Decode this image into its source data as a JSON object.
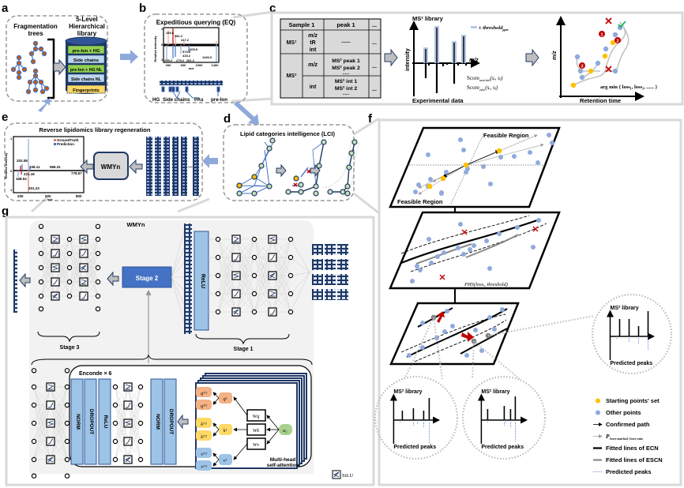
{
  "panels": {
    "a": {
      "letter": "a",
      "trees_title": [
        "Fragmentation",
        "trees"
      ],
      "library_title": [
        "5-Level",
        "Hierarchical",
        "library"
      ],
      "levels": [
        "pre-Ion + HG",
        "Side chains",
        "pre-Ion + HG NL",
        "Side chains NL",
        "Fingerprints"
      ]
    },
    "b": {
      "letter": "b",
      "title": "Expeditious querying (EQ)",
      "ylabel": "Relative intensity",
      "xlabel": "m/z",
      "yticks": [
        "1",
        "0",
        "1"
      ],
      "xticks": [
        "200",
        "600",
        "1000",
        "1400"
      ],
      "top_peaks": [
        "193.6",
        "281.2",
        "417.2"
      ],
      "bottom_peaks": [
        "605.5",
        "573.5",
        "415.2",
        "1426.0",
        "255.2",
        "279.2",
        "281.2"
      ],
      "fragment_labels": [
        "HG",
        "Side chains",
        "PAs",
        "pre-Ion"
      ]
    },
    "c": {
      "letter": "c",
      "table": {
        "header": [
          "Sample 1",
          "peak 1",
          "..."
        ],
        "ms1_label": "MS¹",
        "ms1_fields": [
          "m/z",
          "tR",
          "int"
        ],
        "ms1_value": "......",
        "ms2_label": "MS²",
        "ms2_mz_field": "m/z",
        "ms2_mz_values": [
          "MS² peak 1",
          "MS² peak 2",
          "......"
        ],
        "ms2_int_field": "int",
        "ms2_int_values": [
          "MS² int 1",
          "MS² int 2",
          "......"
        ],
        "ellipsis": "..."
      },
      "spectrum": {
        "top_label": "MS² library",
        "bottom_label": "Experimental data",
        "ylabel": "intensity",
        "xlabel": "m/z",
        "legend": "± threshold",
        "legend_sub": "ppm",
        "score1": "Score",
        "score1_sub": "matched",
        "score1_args": "(sᵢ, sⱼ)",
        "score2": "Score",
        "score2_sub": "ratio",
        "score2_args": "(sᵢ, sⱼ)"
      },
      "path_plot": {
        "ylabel": "m/z",
        "xlabel": "Retention time",
        "objective": "arg min { loss₁, loss₂, ...... }",
        "markers": [
          "1",
          "2",
          "3"
        ]
      }
    },
    "d": {
      "letter": "d",
      "title": "Lipid categories intelligence (LCI)"
    },
    "e": {
      "letter": "e",
      "title": "Reverse lipidomics library regeneration",
      "model": "WMYn",
      "ylabel": "Relative intensity",
      "xlabel": "m/z",
      "yticks": [
        "1",
        "0",
        "1"
      ],
      "xticks": [
        "200",
        "500",
        "800"
      ],
      "legend": [
        "GroundTruth",
        "Prediction"
      ],
      "peak_labels": [
        "202.08",
        "336.11",
        "221.16",
        "168.04",
        "586.31",
        "778.57",
        "201.23"
      ],
      "ellipsis": "..."
    },
    "f": {
      "letter": "f",
      "feasible_region": "Feasible Region",
      "phs_label": "PHS(lossᵢ, threshold)",
      "circle_top": "MS² library",
      "circle_bottom": "Predicted peaks",
      "legend": [
        {
          "icon": "yellow-dot",
          "label": "Starting points' set"
        },
        {
          "icon": "blue-dot",
          "label": "Other points"
        },
        {
          "icon": "black-arrow",
          "label": "Confirmed path"
        },
        {
          "icon": "grey-arrow",
          "label": "P",
          "sub": "Score matched, Score ratio"
        },
        {
          "icon": "thick-black-line",
          "label": "Fitted lines of ECN"
        },
        {
          "icon": "thick-grey-line",
          "label": "Fitted lines of ESCN"
        },
        {
          "icon": "dotted-blue-line",
          "label": "Predicted peaks"
        }
      ]
    },
    "g": {
      "letter": "g",
      "title": "WMYn",
      "stage1": "Stage 1",
      "stage2": "Stage 2",
      "stage3": "Stage 3",
      "relu": "ReLU",
      "encode": "Enconde × 6",
      "norm": "NORM",
      "dropout": "DROPOUT",
      "attention": [
        "Multi-head",
        "self-attention"
      ],
      "q": [
        "q¹'¹",
        "q¹'²",
        "q¹"
      ],
      "k": [
        "k¹'¹",
        "k¹'²",
        "k¹"
      ],
      "v": [
        "v¹'¹",
        "v¹'²",
        "v¹"
      ],
      "w": [
        "Wq",
        "Wk",
        "Wv"
      ],
      "a": "a₁",
      "silu": "SiLU"
    }
  },
  "colors": {
    "panel_border": "#999999",
    "light_grey": "#d9d9d9",
    "arrow_blue": "#8eaadb",
    "dark_navy": "#1f3864",
    "stage_blue": "#4472c4",
    "layer_blue": "#9dc3e6",
    "lib_green": "#92d050",
    "lib_blue": "#bdd7ee",
    "fingerprint": "#ffd966",
    "point_blue": "#8faadc",
    "point_yellow": "#ffc000",
    "red": "#c00000",
    "q_orange": "#f4b183",
    "k_yellow": "#ffd966",
    "v_blue": "#9dc3e6",
    "a_green": "#a9d18e"
  }
}
